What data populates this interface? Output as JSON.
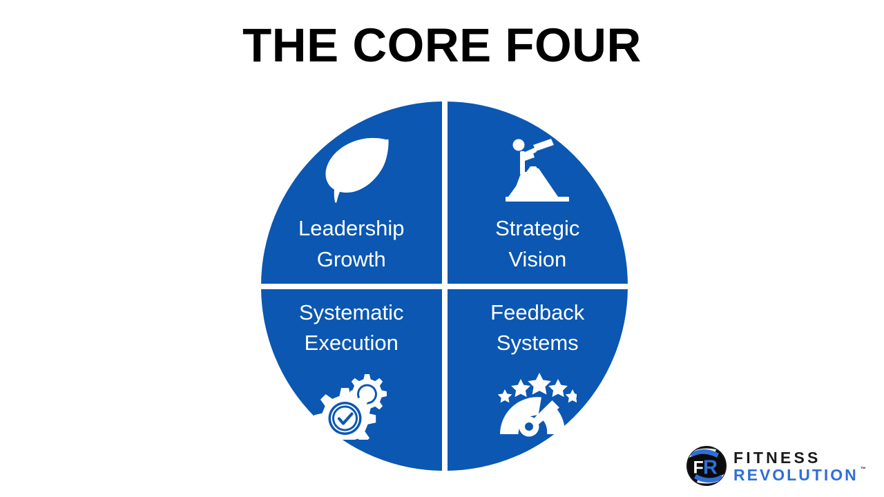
{
  "slide": {
    "title": "THE CORE FOUR",
    "background_color": "#FFFFFF",
    "accent_color": "#0B57B2",
    "text_color": "#FFFFFF"
  },
  "quadrants": [
    {
      "position": "top-left",
      "label": "Leadership\nGrowth",
      "line1": "Leadership",
      "line2": "Growth",
      "icon": "leaf-icon"
    },
    {
      "position": "top-right",
      "label": "Strategic\nVision",
      "line1": "Strategic",
      "line2": "Vision",
      "icon": "telescope-观察者-icon"
    },
    {
      "position": "bottom-left",
      "label": "Systematic\nExecution",
      "line1": "Systematic",
      "line2": "Execution",
      "icon": "gears-checkmark-icon"
    },
    {
      "position": "bottom-right",
      "label": "Feedback\nSystems",
      "line1": "Feedback",
      "line2": "Systems",
      "icon": "gauge-stars-icon"
    }
  ],
  "logo": {
    "badge_text_f": "F",
    "badge_text_r": "R",
    "line1": "FITNESS",
    "line2": "REVOLUTION",
    "trademark": "™",
    "line1_color": "#1B1B1B",
    "line2_color": "#2E6FD9"
  }
}
